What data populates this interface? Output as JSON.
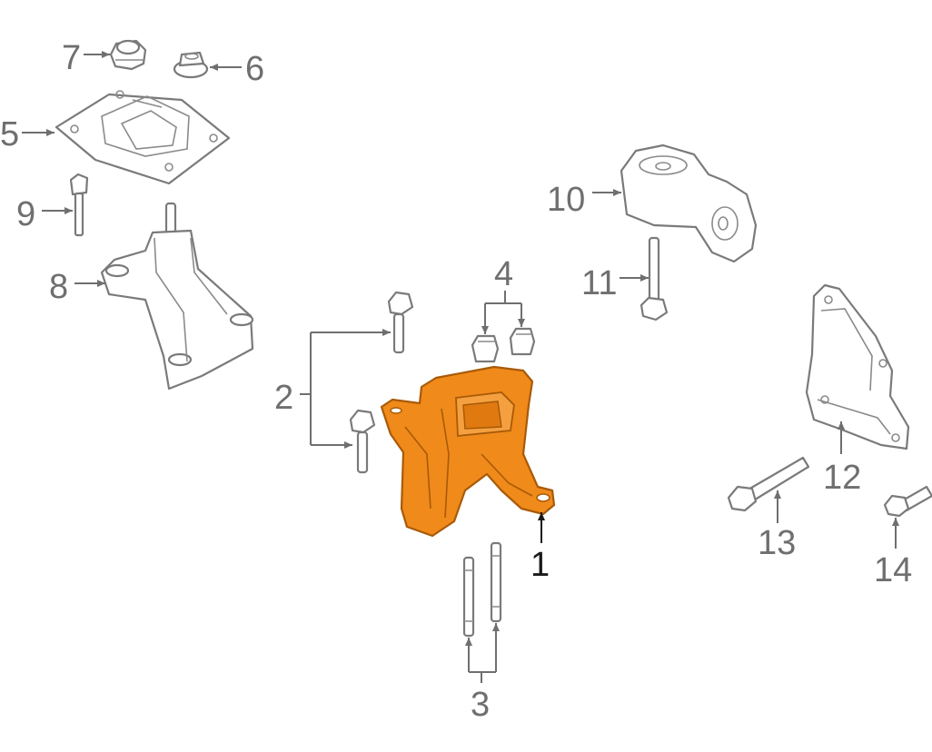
{
  "diagram": {
    "labels": {
      "p1": "1",
      "p2": "2",
      "p3": "3",
      "p4": "4",
      "p5": "5",
      "p6": "6",
      "p7": "7",
      "p8": "8",
      "p9": "9",
      "p10": "10",
      "p11": "11",
      "p12": "12",
      "p13": "13",
      "p14": "14"
    },
    "highlight_color": "#f08a1a",
    "line_color": "#7a7a7a"
  }
}
